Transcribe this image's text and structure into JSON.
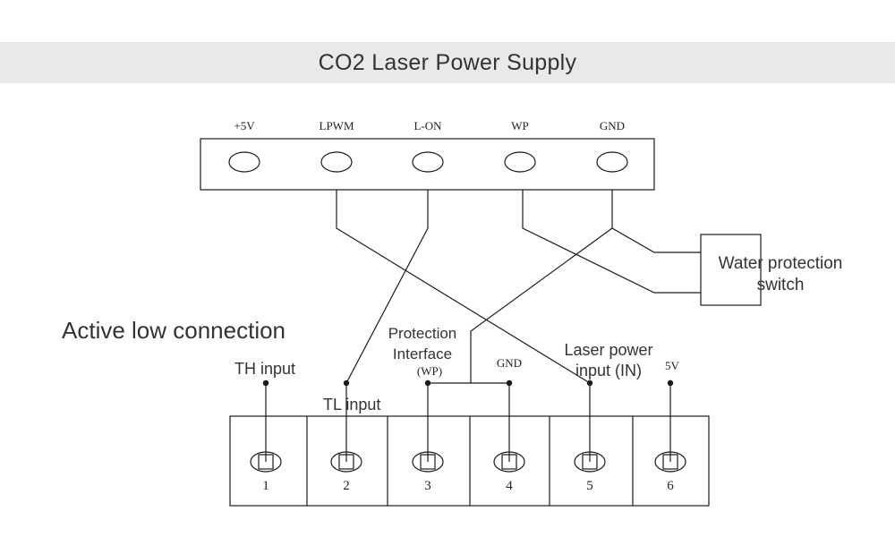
{
  "title": "CO2 Laser Power Supply",
  "top_connector": {
    "terminals": [
      "+5V",
      "LPWM",
      "L-ON",
      "WP",
      "GND"
    ]
  },
  "water_switch": {
    "line1": "Water protection",
    "line2": "switch"
  },
  "section_heading": "Active low connection",
  "labels": {
    "th_input": "TH input",
    "tl_input": "TL input",
    "protection_line1": "Protection",
    "protection_line2": "Interface",
    "protection_line3": "(WP)",
    "gnd": "GND",
    "laser_line1": "Laser power",
    "laser_line2": "input (IN)",
    "five_v": "5V"
  },
  "bottom_connector": {
    "numbers": [
      "1",
      "2",
      "3",
      "4",
      "5",
      "6"
    ]
  },
  "colors": {
    "line": "#1a1a1a",
    "title_band": "#e9e9e9",
    "text": "#333333"
  }
}
